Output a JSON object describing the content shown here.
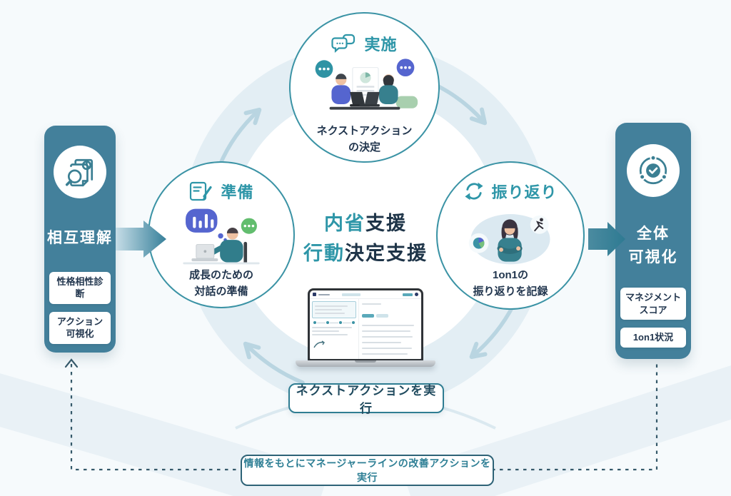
{
  "page": {
    "background": "#f6fafc"
  },
  "center": {
    "line1": {
      "accent": "内省",
      "rest": "支援"
    },
    "line2": {
      "accent": "行動",
      "rest": "決定支援"
    }
  },
  "nodes": {
    "implementation": {
      "title": "実施",
      "caption": "ネクストアクション\nの決定",
      "icon": "chat-bubbles-icon"
    },
    "preparation": {
      "title": "準備",
      "caption": "成長のための\n対話の準備",
      "icon": "document-pencil-icon"
    },
    "reflection": {
      "title": "振り返り",
      "caption": "1on1の\n振り返りを記録",
      "icon": "refresh-cycle-icon"
    }
  },
  "left_panel": {
    "title": "相互理解",
    "icon": "magnifier-report-icon",
    "badges": [
      "性格相性診断",
      "アクション\n可視化"
    ]
  },
  "right_panel": {
    "title": "全体\n可視化",
    "icon": "target-check-icon",
    "badges": [
      "マネジメント\nスコア",
      "1on1状況"
    ]
  },
  "labels": {
    "execute_action": "ネクストアクションを実行",
    "improvement_loop": "情報をもとにマネージャーラインの改善アクションを実行"
  },
  "colors": {
    "teal_accent": "#2e96a8",
    "node_border": "#3b93a5",
    "panel_teal": "#43809b",
    "navy_text": "#22364e",
    "ring": "#e3eef4",
    "flow_arrow": "#b9d5e1",
    "dashed_line": "#35596a",
    "bubble_indigo": "#5565cf",
    "bubble_green": "#62bd6e"
  }
}
